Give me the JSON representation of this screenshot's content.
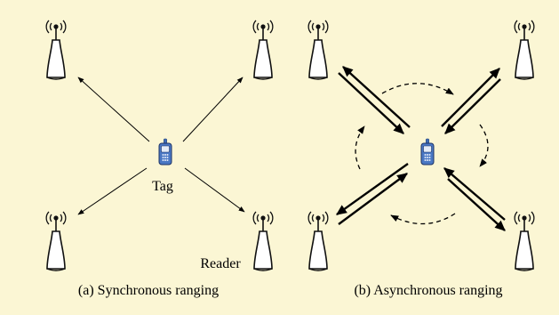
{
  "diagram": {
    "background_color": "#fbf6d4",
    "panels": [
      {
        "id": "synchronous",
        "caption": "(a) Synchronous ranging",
        "tag_label": "Tag",
        "reader_label": "Reader"
      },
      {
        "id": "asynchronous",
        "caption": "(b) Asynchronous ranging"
      }
    ]
  }
}
